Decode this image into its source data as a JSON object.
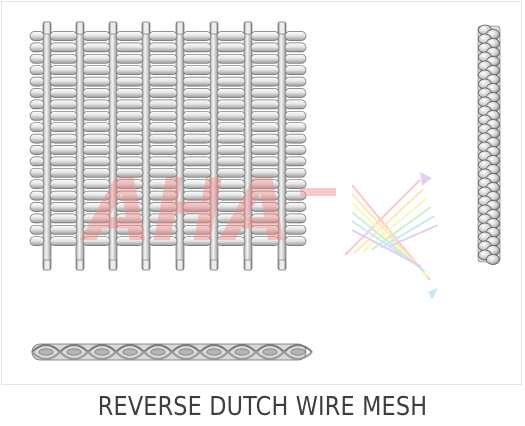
{
  "figure": {
    "title": "REVERSE DUTCH WIRE MESH",
    "watermark_text": "AHA",
    "colors": {
      "wire_light": "#f2f2f2",
      "wire_mid": "#c9c9c9",
      "wire_dark": "#8a8a8a",
      "outline": "#6e6e6e",
      "watermark": "#f28b8b"
    },
    "views": [
      "top-view",
      "side-view",
      "cross-section"
    ]
  }
}
